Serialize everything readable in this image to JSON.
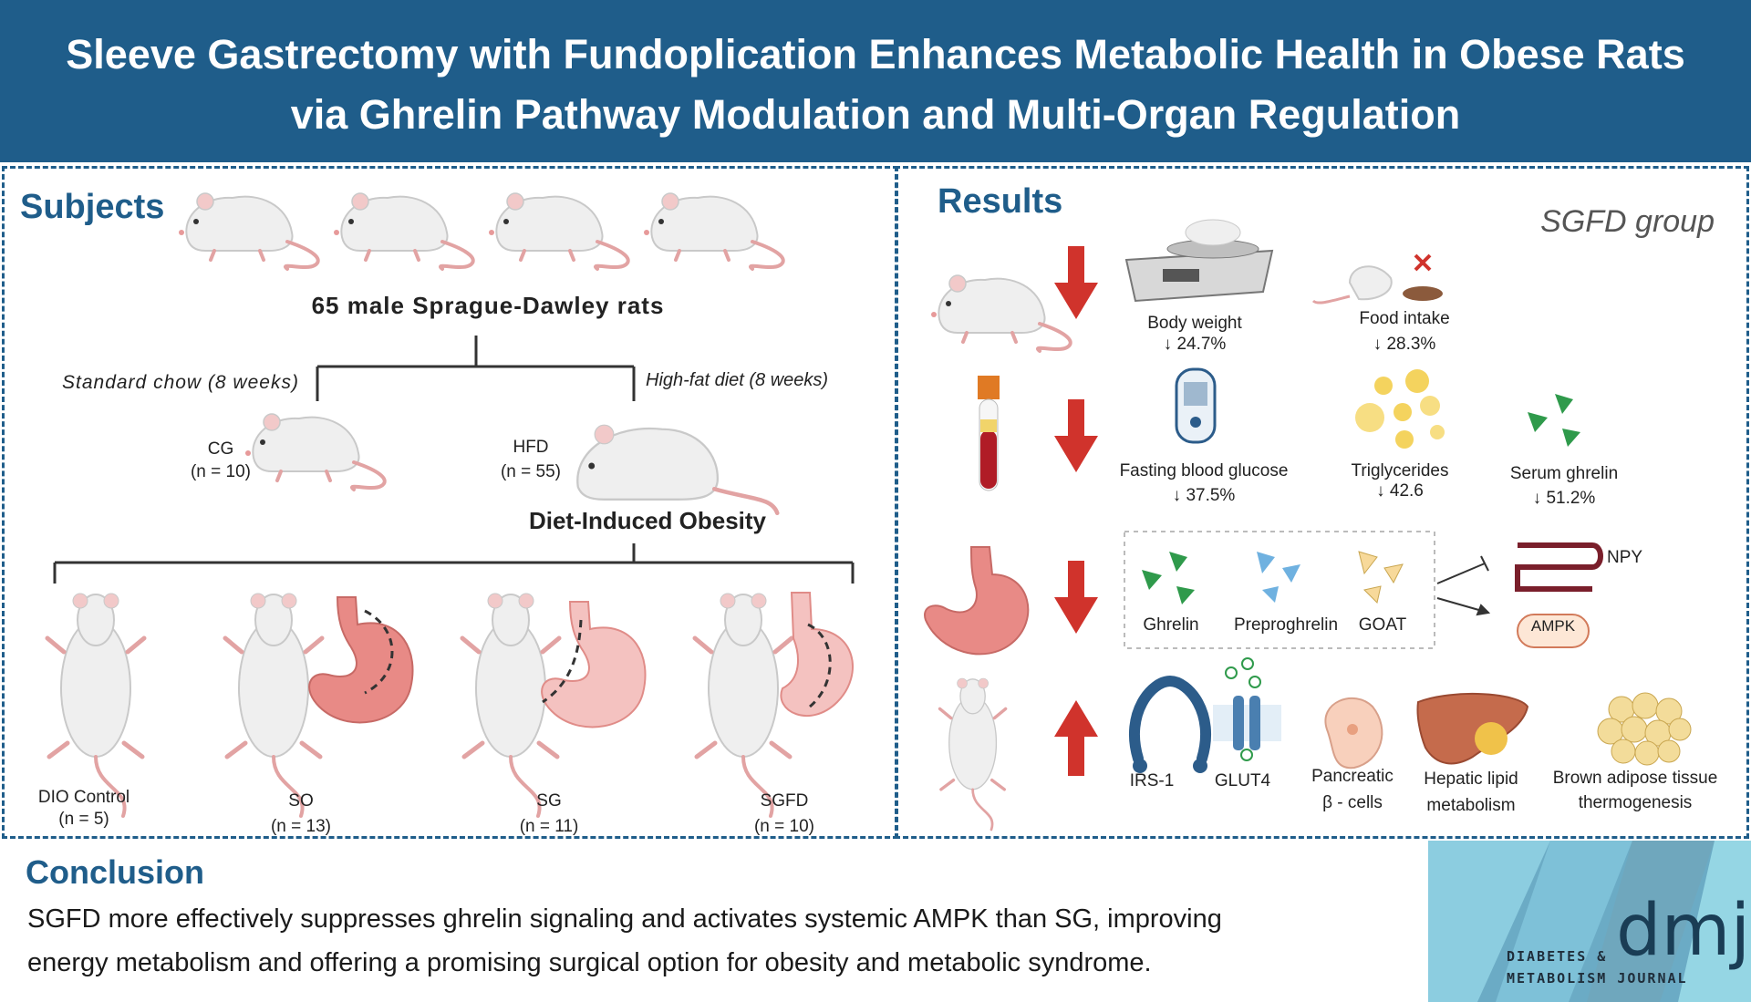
{
  "header": {
    "title_line1": "Sleeve Gastrectomy with Fundoplication Enhances Metabolic Health in Obese Rats",
    "title_line2": "via Ghrelin Pathway Modulation and Multi-Organ Regulation"
  },
  "subjects": {
    "title": "Subjects",
    "rats_label": "65 male Sprague-Dawley rats",
    "left_branch": "Standard chow (8 weeks)",
    "right_branch": "High-fat diet (8 weeks)",
    "cg_name": "CG",
    "cg_n": "(n = 10)",
    "hfd_name": "HFD",
    "hfd_n": "(n = 55)",
    "dio_label": "Diet-Induced Obesity",
    "groups": [
      {
        "name": "DIO Control",
        "n": "(n = 5)"
      },
      {
        "name": "SO",
        "n": "(n = 13)"
      },
      {
        "name": "SG",
        "n": "(n = 11)"
      },
      {
        "name": "SGFD",
        "n": "(n = 10)"
      }
    ]
  },
  "results": {
    "title": "Results",
    "group_label": "SGFD group",
    "body_weight": {
      "label": "Body weight",
      "value": "↓ 24.7%"
    },
    "food_intake": {
      "label": "Food intake",
      "value": "↓ 28.3%"
    },
    "fasting_glucose": {
      "label": "Fasting blood glucose",
      "value": "↓ 37.5%"
    },
    "triglycerides": {
      "label": "Triglycerides",
      "value": "↓ 42.6"
    },
    "serum_ghrelin": {
      "label": "Serum ghrelin",
      "value": "↓ 51.2%"
    },
    "stomach_markers": [
      "Ghrelin",
      "Preproghrelin",
      "GOAT"
    ],
    "npy": "NPY",
    "ampk": "AMPK",
    "up_items": [
      {
        "line1": "IRS-1",
        "line2": ""
      },
      {
        "line1": "GLUT4",
        "line2": ""
      },
      {
        "line1": "Pancreatic",
        "line2": "β - cells"
      },
      {
        "line1": "Hepatic lipid",
        "line2": "metabolism"
      },
      {
        "line1": "Brown adipose tissue",
        "line2": "thermogenesis"
      }
    ]
  },
  "conclusion": {
    "title": "Conclusion",
    "line1": "SGFD more effectively suppresses ghrelin signaling and activates systemic AMPK than SG, improving",
    "line2": "energy metabolism and offering a promising surgical option for obesity and metabolic syndrome."
  },
  "logo": {
    "mark": "dmj",
    "line1": "DIABETES &",
    "line2": "METABOLISM JOURNAL"
  },
  "colors": {
    "header": "#1f5d8a",
    "down_arrow": "#d0332c",
    "up_arrow": "#d0332c",
    "rat_body": "#efefef",
    "stomach": "#e88a86",
    "npy": "#7a1f2b"
  }
}
